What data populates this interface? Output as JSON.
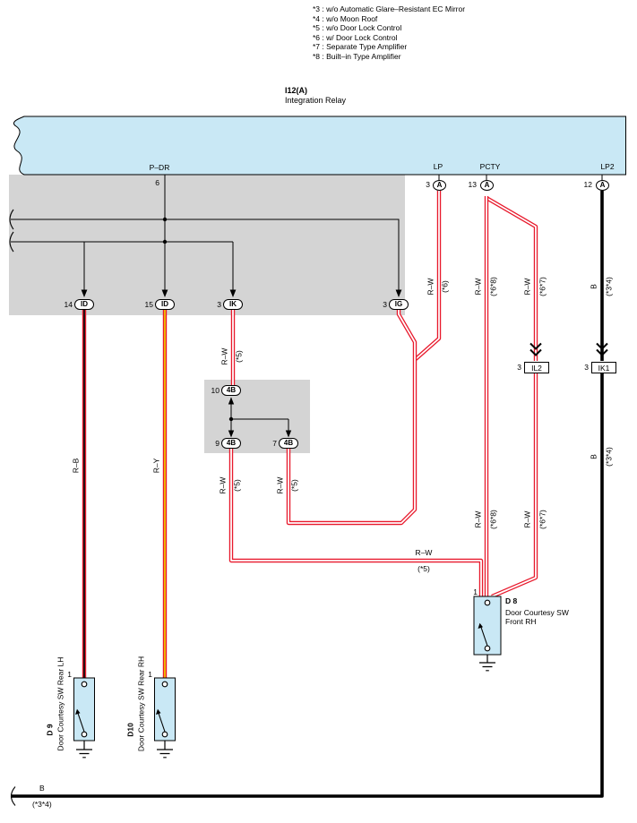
{
  "legend": {
    "items": [
      "*3 : w/o Automatic Glare–Resistant EC Mirror",
      "*4 : w/o Moon Roof",
      "*5 : w/o Door Lock Control",
      "*6 : w/ Door Lock Control",
      "*7 : Separate Type Amplifier",
      "*8 : Built–in Type Amplifier"
    ]
  },
  "relay": {
    "id": "I12(A)",
    "name": "Integration Relay",
    "pin_pdr": {
      "num": "6",
      "label": "P–DR"
    },
    "pin_lp": {
      "num": "3",
      "label": "LP",
      "terminal": "A"
    },
    "pin_pcty": {
      "num": "13",
      "label": "PCTY",
      "terminal": "A"
    },
    "pin_lp2": {
      "num": "12",
      "label": "LP2",
      "terminal": "A"
    }
  },
  "connectors": {
    "id14": {
      "num": "14",
      "label": "ID"
    },
    "id15": {
      "num": "15",
      "label": "ID"
    },
    "ik3": {
      "num": "3",
      "label": "IK"
    },
    "ig3": {
      "num": "3",
      "label": "IG"
    },
    "b10": {
      "num": "10",
      "label": "4B"
    },
    "b9": {
      "num": "9",
      "label": "4B"
    },
    "b7": {
      "num": "7",
      "label": "4B"
    },
    "il2": {
      "num": "3",
      "label": "IL2"
    },
    "ik1": {
      "num": "3",
      "label": "IK1"
    }
  },
  "wires": {
    "rb": {
      "code": "R–B"
    },
    "ry": {
      "code": "R–Y"
    },
    "ik_rw": {
      "code": "R–W",
      "note": "(*5)"
    },
    "b9_rw": {
      "code": "R–W",
      "note": "(*5)"
    },
    "b7_rw": {
      "code": "R–W",
      "note": "(*5)"
    },
    "lp_rw": {
      "code": "R–W",
      "note": "(*6)"
    },
    "pcty_rw8_top": {
      "code": "R–W",
      "note": "(*6*8)"
    },
    "pcty_rw7_top": {
      "code": "R–W",
      "note": "(*6*7)"
    },
    "pcty_rw8_bot": {
      "code": "R–W",
      "note": "(*6*8)"
    },
    "pcty_rw7_bot": {
      "code": "R–W",
      "note": "(*6*7)"
    },
    "lp2_b_top": {
      "code": "B",
      "note": "(*3*4)"
    },
    "lp2_b_mid": {
      "code": "B",
      "note": "(*3*4)"
    },
    "rw5_horiz": {
      "code": "R–W",
      "note": "(*5)"
    },
    "b_bottom": {
      "code": "B",
      "note": "(*3*4)"
    }
  },
  "components": {
    "d9": {
      "id": "D 9",
      "name": "Door Courtesy SW Rear LH",
      "pin": "1"
    },
    "d10": {
      "id": "D10",
      "name": "Door Courtesy SW Rear RH",
      "pin": "1"
    },
    "d8": {
      "id": "D 8",
      "name1": "Door Courtesy SW",
      "name2": "Front RH",
      "pin": "1"
    }
  },
  "colors": {
    "wire_red": "#e8192c",
    "stripe_white": "#ffffff",
    "stripe_black": "#111111",
    "stripe_yellow": "#f0c400",
    "wire_black": "#000000",
    "relay_fill": "#c9e8f5",
    "shade_fill": "#d4d4d4"
  }
}
